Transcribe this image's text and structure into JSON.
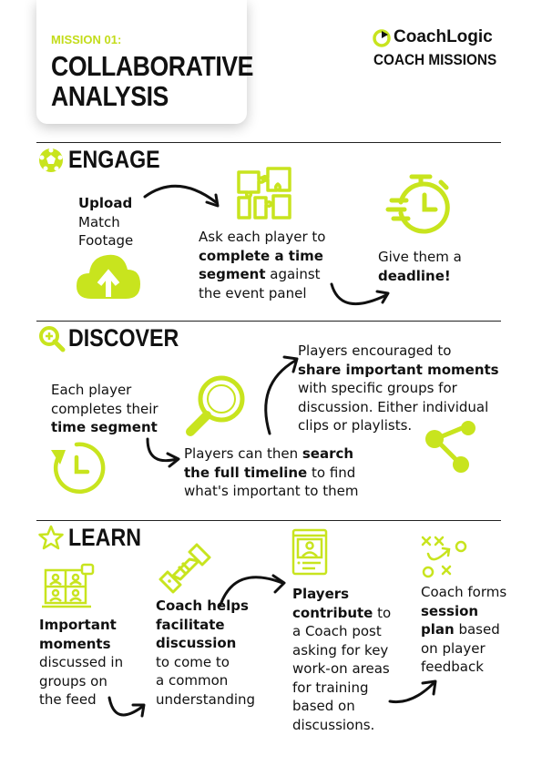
{
  "header": {
    "mission_label": "MISSION 01:",
    "title_line1": "COLLABORATIVE",
    "title_line2": "ANALYSIS",
    "brand_name": "CoachLogic",
    "brand_sub": "COACH MISSIONS"
  },
  "colors": {
    "accent": "#c8e41e",
    "text": "#111111",
    "rule": "#222222"
  },
  "sections": {
    "engage": {
      "title": "ENGAGE",
      "icon": "soccer-ball-icon",
      "step1": {
        "bold": "Upload",
        "rest1": "Match",
        "rest2": "Footage",
        "icon": "cloud-upload-icon"
      },
      "step2": {
        "l1": "Ask each player to",
        "bold1": "complete a time",
        "bold2": "segment",
        "rest": " against",
        "l4": "the event panel",
        "icon": "puzzle-icon"
      },
      "step3": {
        "l1": "Give them a",
        "bold": "deadline!",
        "icon": "stopwatch-icon"
      }
    },
    "discover": {
      "title": "DISCOVER",
      "icon": "magnifier-plus-icon",
      "step1": {
        "l1": "Each player",
        "l2": "completes their",
        "bold": "time segment",
        "icon": "clock-rewind-icon"
      },
      "step2": {
        "l1": "Players can then ",
        "bold1": "search",
        "bold2": "the full timeline",
        "rest": " to find",
        "l3": "what's important to them",
        "icon": "search-icon"
      },
      "step3": {
        "l1": "Players encouraged to",
        "bold": "share important moments",
        "l3": "with specific groups for",
        "l4": "discussion. Either individual",
        "l5": "clips or playlists.",
        "icon": "share-icon"
      }
    },
    "learn": {
      "title": "LEARN",
      "icon": "star-icon",
      "step1": {
        "bold1": "Important",
        "bold2": "moments",
        "l3": "discussed in",
        "l4": "groups on",
        "l5": "the feed",
        "icon": "video-call-icon"
      },
      "step2": {
        "bold1": "Coach helps",
        "bold2": "facilitate",
        "bold3": "discussion",
        "l4": "to come to",
        "l5": "a common",
        "l6": "understanding",
        "icon": "handshake-icon"
      },
      "step3": {
        "bold1": "Players",
        "bold2": "contribute",
        "rest2": " to",
        "l3": "a Coach post",
        "l4": "asking for key",
        "l5": "work-on areas",
        "l6": "for training",
        "l7": "based on",
        "l8": "discussions.",
        "icon": "profile-post-icon"
      },
      "step4": {
        "l1": "Coach forms",
        "bold1": "session",
        "bold2": "plan",
        "rest3": " based",
        "l4": "on player",
        "l5": "feedback",
        "icon": "tactics-play-icon"
      }
    }
  }
}
